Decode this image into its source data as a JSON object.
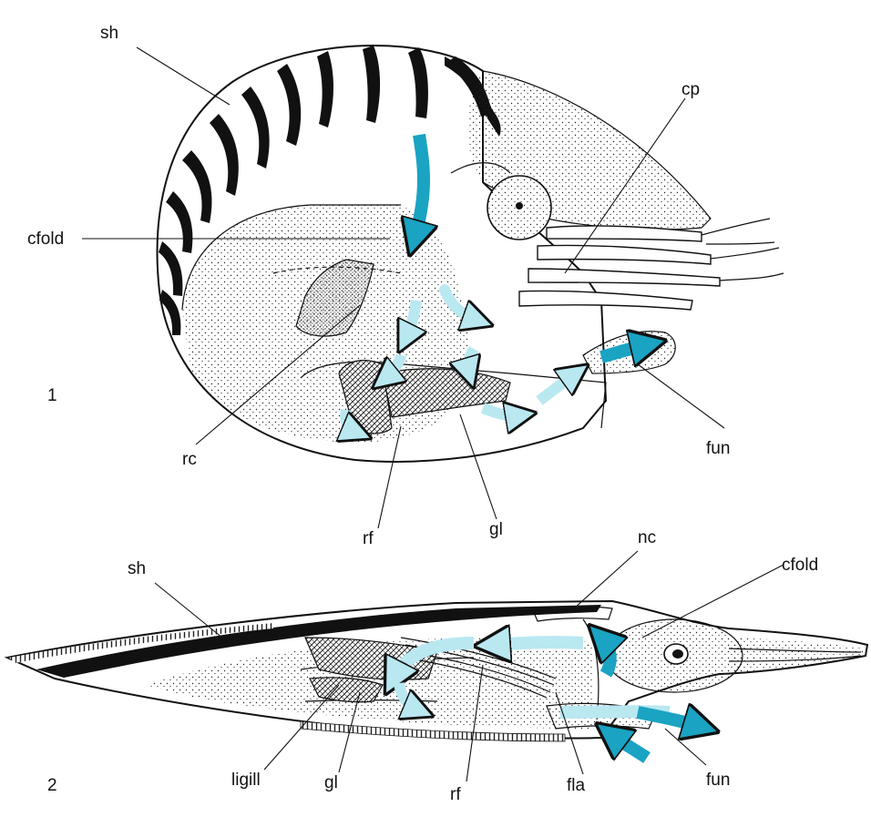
{
  "colors": {
    "flow_dark": "#1aa3c2",
    "flow_light": "#b9e8f1",
    "ink": "#111111"
  },
  "figure1": {
    "number": "1",
    "labels": {
      "sh": "sh",
      "cp": "cp",
      "cfold": "cfold",
      "rc": "rc",
      "fun": "fun",
      "rf": "rf",
      "gl": "gl"
    }
  },
  "figure2": {
    "number": "2",
    "labels": {
      "sh": "sh",
      "nc": "nc",
      "cfold": "cfold",
      "ligill": "ligill",
      "gl": "gl",
      "rf": "rf",
      "fla": "fla",
      "fun": "fun"
    }
  }
}
